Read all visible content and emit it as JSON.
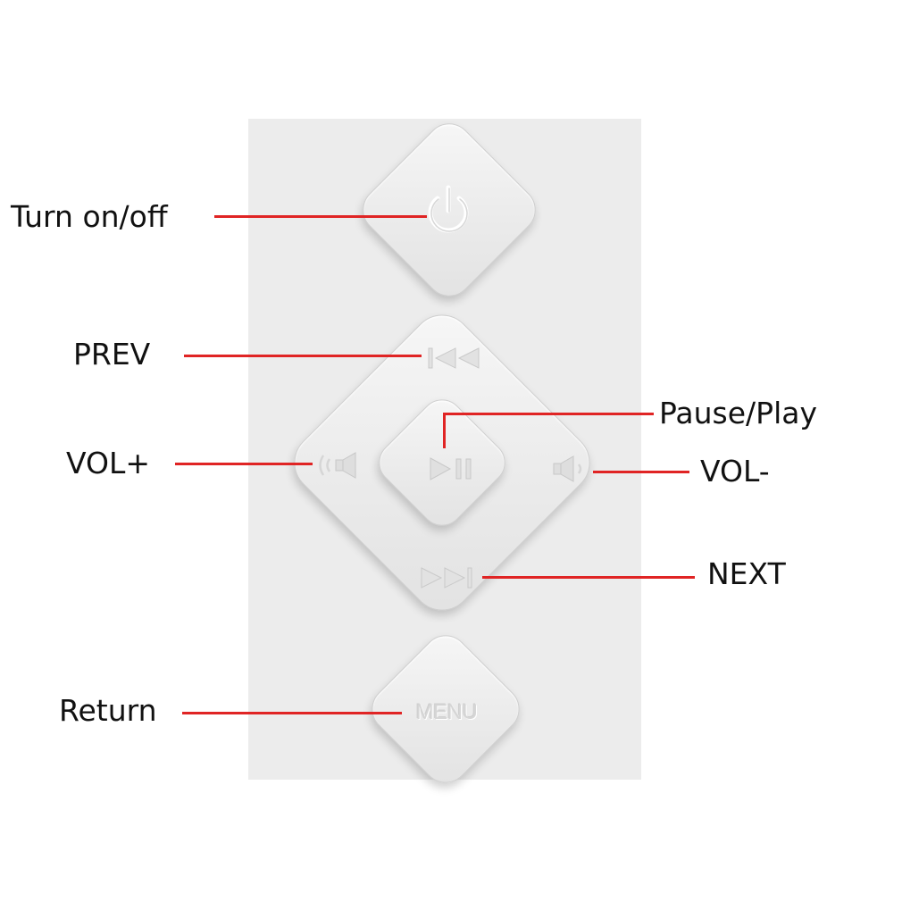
{
  "labels": {
    "power": "Turn on/off",
    "prev": "PREV",
    "vol_plus": "VOL+",
    "pause_play": "Pause/Play",
    "vol_minus": "VOL-",
    "next": "NEXT",
    "return": "Return"
  },
  "button_text": {
    "menu": "MENU"
  },
  "icons": {
    "power": "power-icon",
    "prev": "skip-previous-icon",
    "vol_up": "volume-up-icon",
    "play_pause": "play-pause-icon",
    "vol_down": "volume-down-icon",
    "next": "skip-next-icon"
  },
  "colors": {
    "leader_line": "#e02424",
    "panel": "#ececec",
    "icon_emboss": "#d4d4d4"
  }
}
